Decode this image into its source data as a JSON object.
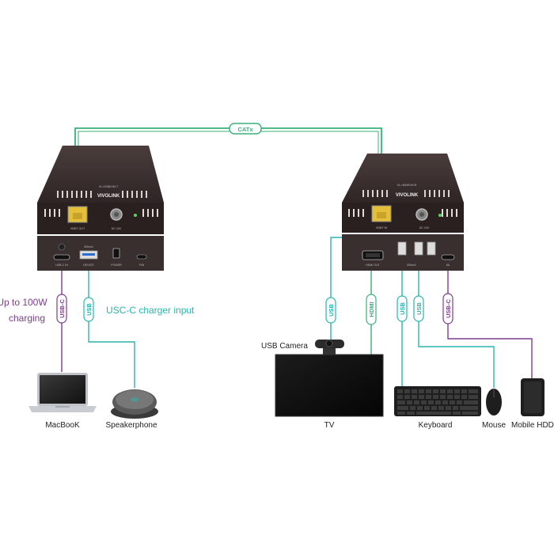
{
  "cable_labels": {
    "catx": "CATx",
    "usbc_left": "USB-C",
    "usb_left": "USB",
    "usb_tv": "USB",
    "hdmi": "HDMI",
    "usb_keyboard": "USB",
    "usb_mouse": "USB",
    "usbc_hdd": "USB-C"
  },
  "annotations": {
    "charging_line1": "Up to 100W",
    "charging_line2": "charging",
    "charger_input": "USC-C charger input"
  },
  "transmitter": {
    "brand": "VIVOLINK",
    "model": "VL-HDBKVM-T",
    "port_hdbt_out": "HDBT OUT",
    "port_dc": "DC 24V",
    "port_usbc_in": "USB-C IN",
    "port_device_current": "500mA",
    "port_device": "DEVICE",
    "port_power": "POWER",
    "port_fw": "F/W"
  },
  "receiver": {
    "brand": "VIVOLINK",
    "model": "VL-HDBKVM-R",
    "port_hdbt_in": "HDBT IN",
    "port_dc": "DC 24V",
    "port_hdmi_out": "HDMI OUT",
    "port_usb_current": "500mA",
    "port_5a": "5A"
  },
  "devices": {
    "macbook": "MacBooK",
    "speakerphone": "Speakerphone",
    "usb_camera": "USB Camera",
    "tv": "TV",
    "keyboard": "Keyboard",
    "mouse": "Mouse",
    "mobile_hdd": "Mobile HDD"
  },
  "colors": {
    "green": "#3ab07a",
    "teal": "#2bb4b0",
    "purple": "#7a3f8a",
    "device_body": "#3a2f2f"
  }
}
